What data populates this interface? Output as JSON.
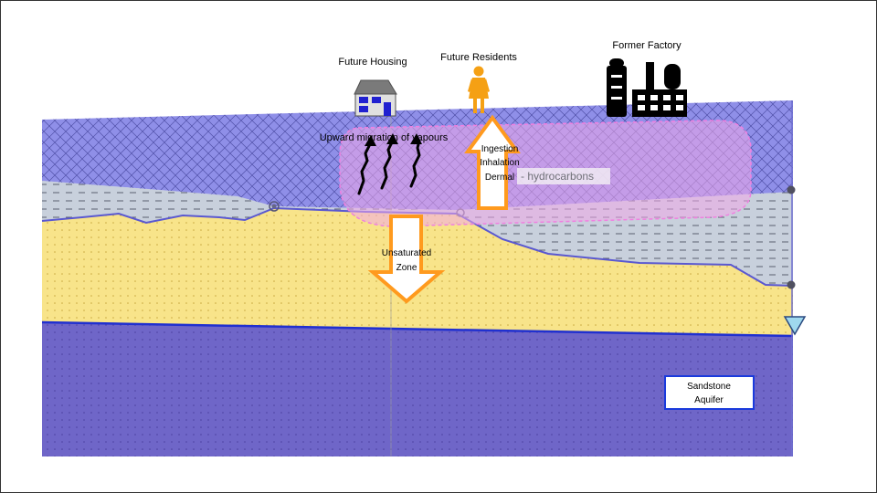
{
  "labels": {
    "future_housing": "Future Housing",
    "future_residents": "Future Residents",
    "former_factory": "Former Factory",
    "upward_migration": "Upward migration of vapours",
    "pathway_1": "Ingestion",
    "pathway_2": "Inhalation",
    "pathway_3": "Dermal",
    "contaminant": "- hydrocarbons",
    "unsat_line1": "Unsaturated",
    "unsat_line2": "Zone",
    "aquifer_line1": "Sandstone",
    "aquifer_line2": "Aquifer"
  },
  "icons": {
    "house": "house-icon",
    "person": "person-icon",
    "factory": "factory-icon",
    "water_table": "water-table-marker-icon"
  },
  "colors": {
    "topsoil": "#8f8fe8",
    "clay": "#c8d0dc",
    "sand": "#f8e48a",
    "aquifer": "#6f66c8",
    "plume": "#f0a8e8",
    "arrow_orange": "#ff9a1e",
    "outline_blue": "#2030d0"
  }
}
